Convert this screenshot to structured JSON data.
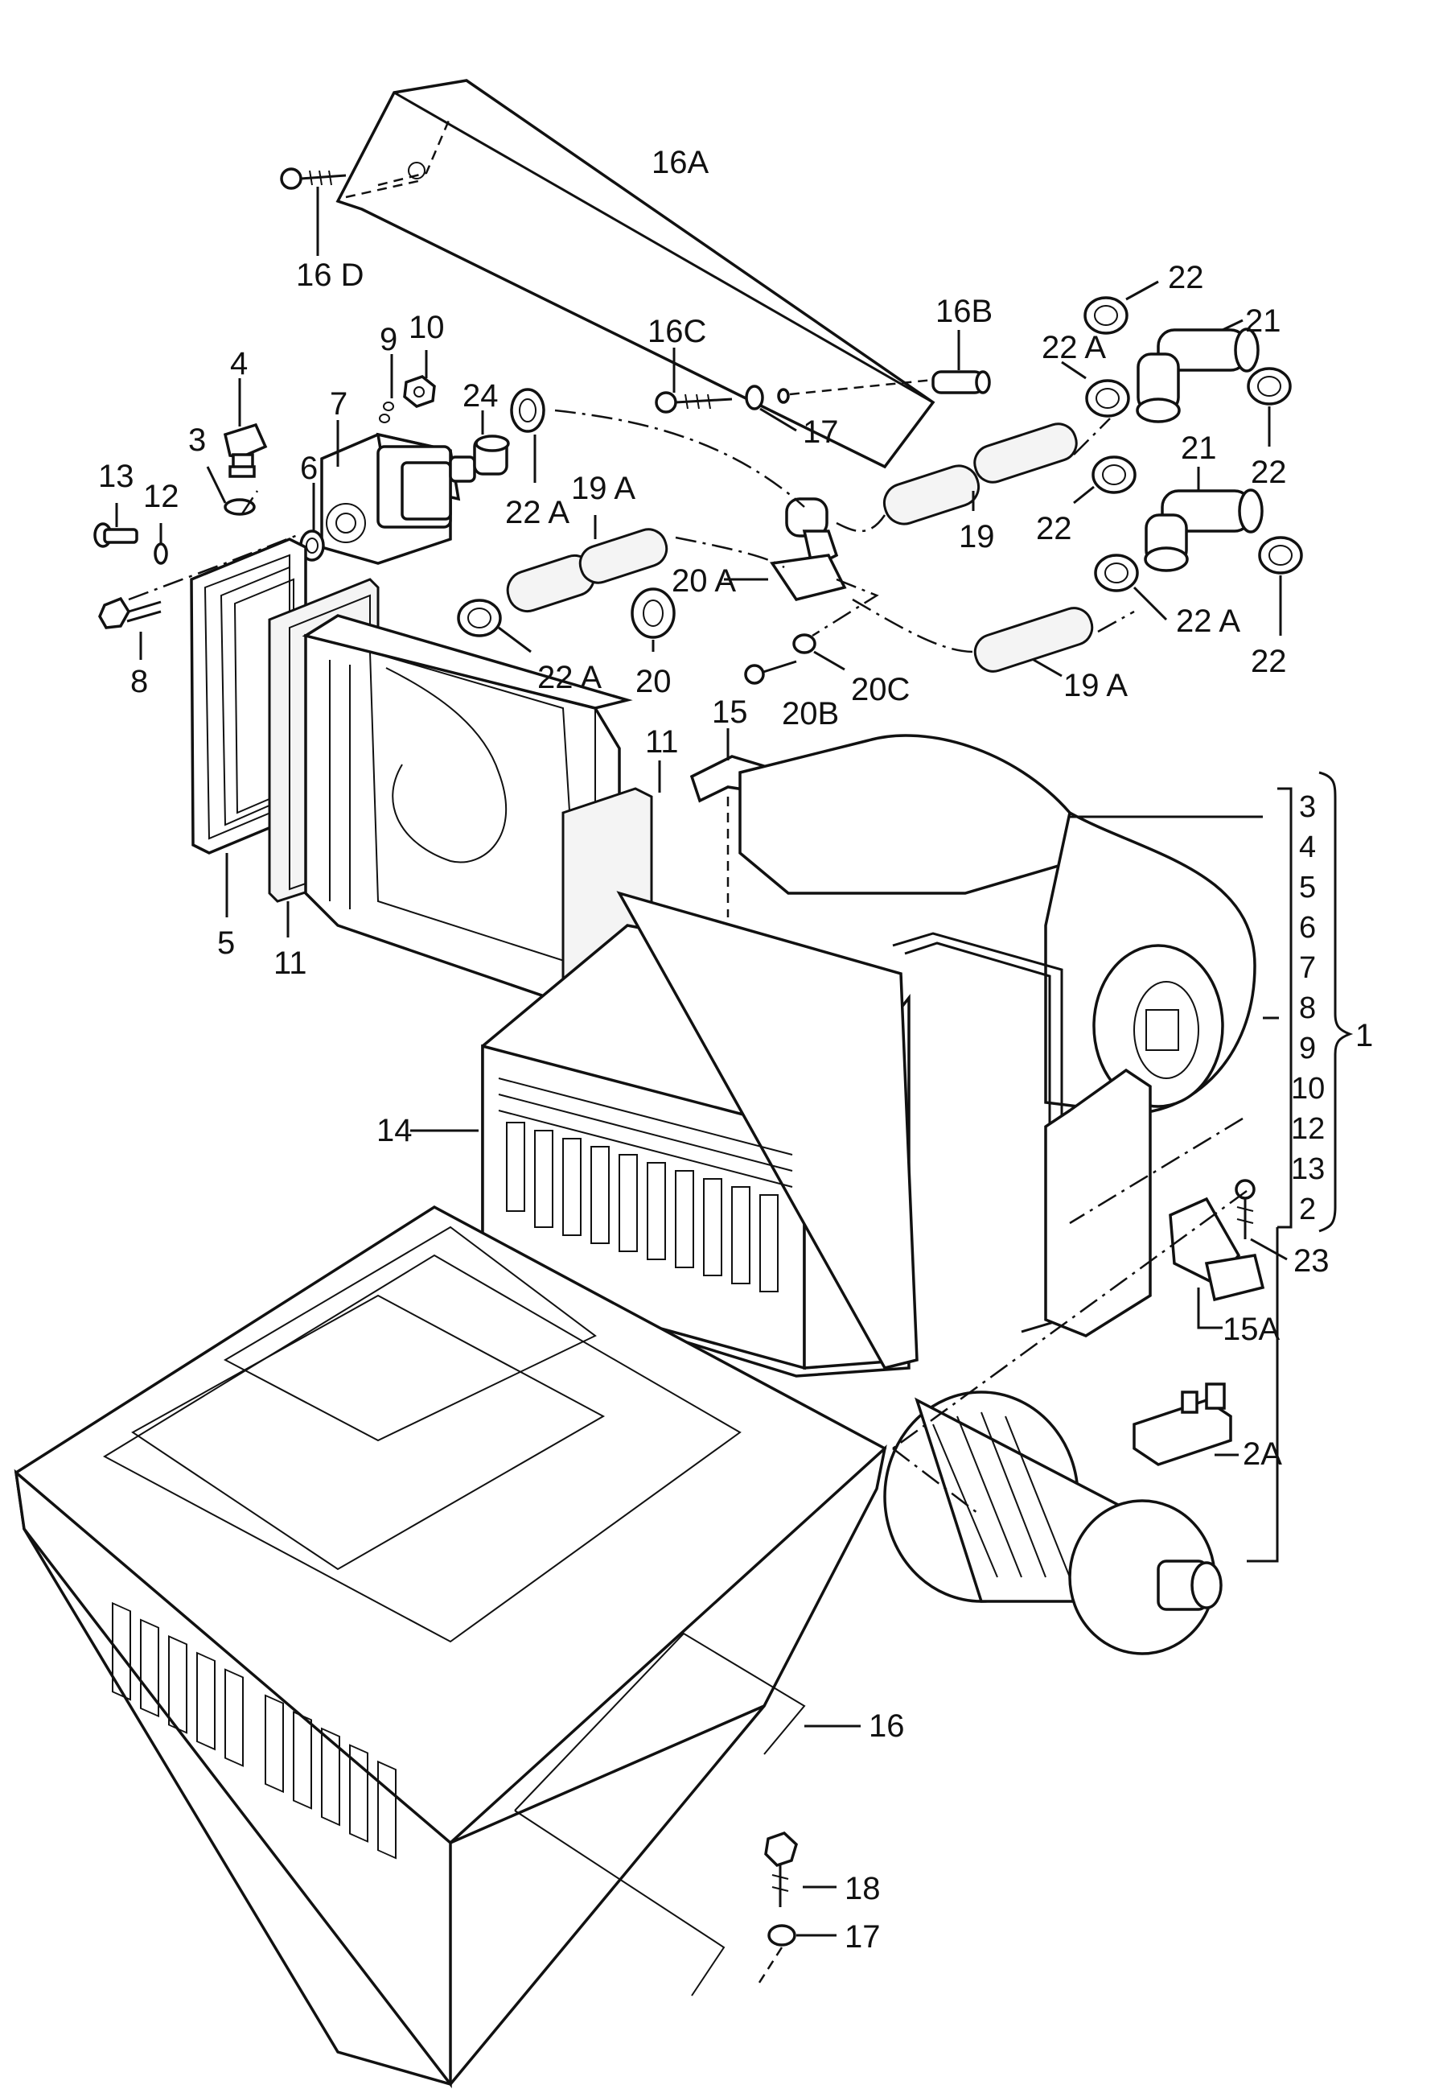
{
  "diagram": {
    "callouts": [
      {
        "id": "c16A",
        "text": "16A"
      },
      {
        "id": "c16D",
        "text": "16 D"
      },
      {
        "id": "c16B",
        "text": "16B"
      },
      {
        "id": "c16C",
        "text": "16C"
      },
      {
        "id": "c17a",
        "text": "17"
      },
      {
        "id": "c22t",
        "text": "22"
      },
      {
        "id": "c21t",
        "text": "21"
      },
      {
        "id": "c22At",
        "text": "22 A"
      },
      {
        "id": "c22r1",
        "text": "22"
      },
      {
        "id": "c21b",
        "text": "21"
      },
      {
        "id": "c22m",
        "text": "22"
      },
      {
        "id": "c22Am",
        "text": "22 A"
      },
      {
        "id": "c22r2",
        "text": "22"
      },
      {
        "id": "c4",
        "text": "4"
      },
      {
        "id": "c10",
        "text": "10"
      },
      {
        "id": "c9",
        "text": "9"
      },
      {
        "id": "c7",
        "text": "7"
      },
      {
        "id": "c24",
        "text": "24"
      },
      {
        "id": "c3",
        "text": "3"
      },
      {
        "id": "c6",
        "text": "6"
      },
      {
        "id": "c13",
        "text": "13"
      },
      {
        "id": "c12",
        "text": "12"
      },
      {
        "id": "c8",
        "text": "8"
      },
      {
        "id": "c22Al",
        "text": "22 A"
      },
      {
        "id": "c19A1",
        "text": "19 A"
      },
      {
        "id": "c20A",
        "text": "20 A"
      },
      {
        "id": "c19",
        "text": "19"
      },
      {
        "id": "c22Ab",
        "text": "22 A"
      },
      {
        "id": "c20",
        "text": "20"
      },
      {
        "id": "c20B",
        "text": "20B"
      },
      {
        "id": "c20C",
        "text": "20C"
      },
      {
        "id": "c19A2",
        "text": "19 A"
      },
      {
        "id": "c15",
        "text": "15"
      },
      {
        "id": "c11a",
        "text": "11"
      },
      {
        "id": "c5",
        "text": "5"
      },
      {
        "id": "c11b",
        "text": "11"
      },
      {
        "id": "c14",
        "text": "14"
      },
      {
        "id": "c23",
        "text": "23"
      },
      {
        "id": "c15A",
        "text": "15A"
      },
      {
        "id": "c2A",
        "text": "2A"
      },
      {
        "id": "c16",
        "text": "16"
      },
      {
        "id": "c18",
        "text": "18"
      },
      {
        "id": "c17b",
        "text": "17"
      },
      {
        "id": "c1",
        "text": "1"
      }
    ],
    "assembly_list": [
      "3",
      "4",
      "5",
      "6",
      "7",
      "8",
      "9",
      "10",
      "12",
      "13",
      "2"
    ]
  }
}
